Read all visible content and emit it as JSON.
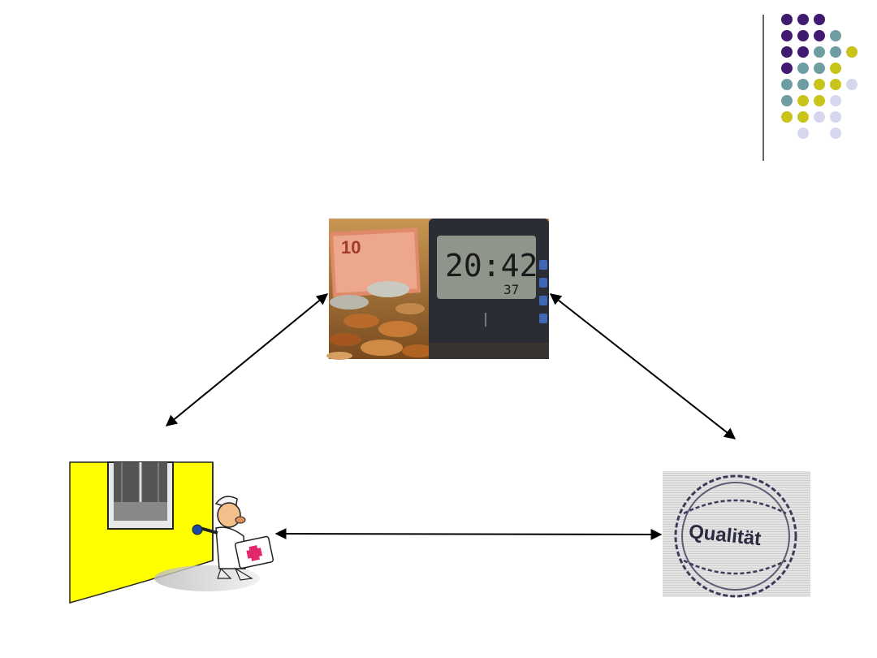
{
  "decoration": {
    "colors": {
      "purple": "#3f1a6e",
      "teal": "#6e9ea1",
      "yellow": "#c9c41a",
      "lavender": "#d6d6ee",
      "divider": "#333333"
    },
    "rows": [
      [
        "purple",
        "purple",
        "purple",
        null,
        null
      ],
      [
        "purple",
        "purple",
        "purple",
        "teal",
        null
      ],
      [
        "purple",
        "purple",
        "teal",
        "teal",
        "yellow"
      ],
      [
        "purple",
        "teal",
        "teal",
        "yellow",
        null
      ],
      [
        "teal",
        "teal",
        "yellow",
        "yellow",
        "lavender"
      ],
      [
        "teal",
        "yellow",
        "yellow",
        "lavender",
        null
      ],
      [
        "yellow",
        "yellow",
        "lavender",
        "lavender",
        null
      ],
      [
        null,
        "lavender",
        null,
        "lavender",
        null
      ]
    ]
  },
  "images": {
    "money_clock": {
      "icon": "money-and-clock-photo",
      "banknote_value": "10",
      "clock_time": "20:42",
      "clock_sub": "37"
    },
    "service": {
      "icon": "service-technician-house-illustration"
    },
    "quality": {
      "icon": "quality-stamp-seal",
      "label": "Qualität"
    }
  },
  "arrows": [
    {
      "from": "money_clock",
      "to": "service"
    },
    {
      "from": "money_clock",
      "to": "quality"
    },
    {
      "from": "service",
      "to": "quality"
    }
  ],
  "arrow_color": "#000000"
}
